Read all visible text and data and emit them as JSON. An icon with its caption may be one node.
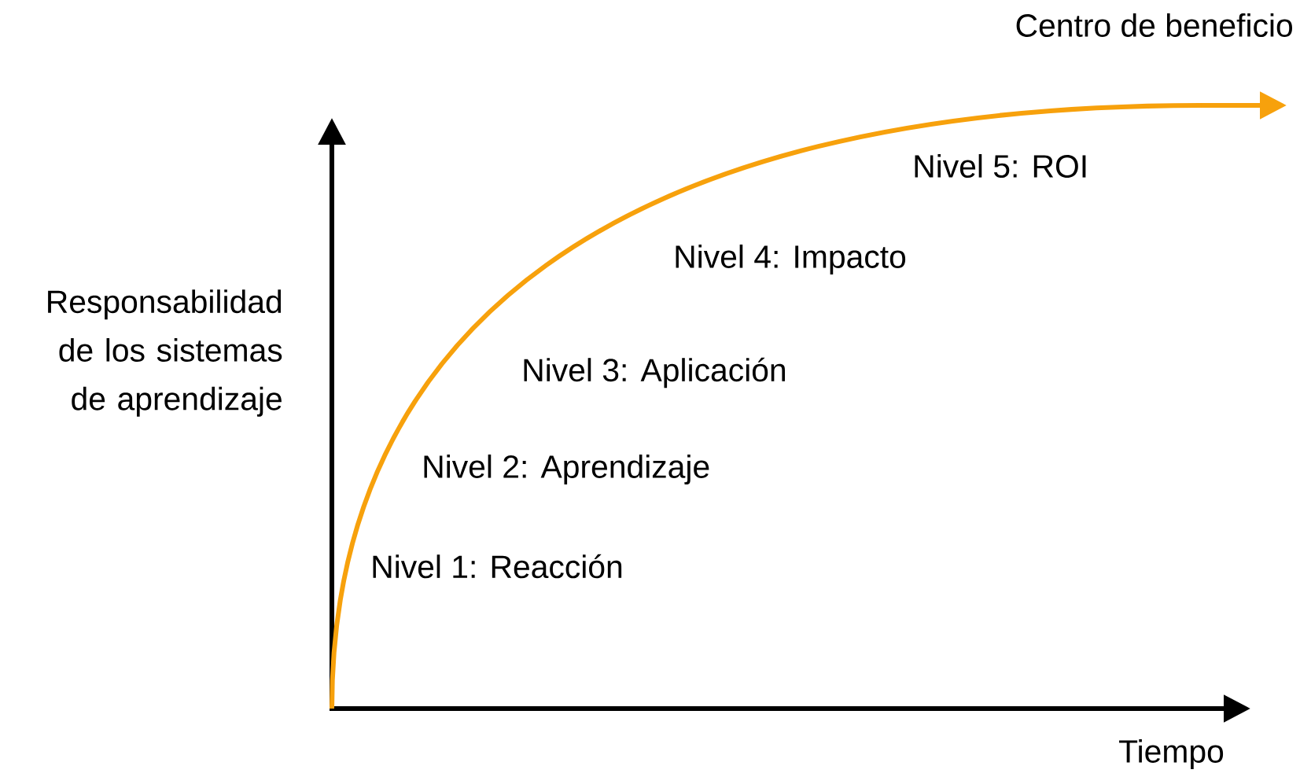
{
  "diagram": {
    "labels": [
      "Centro de beneficio",
      "Nivel 5: ROI",
      "Nivel 4: Impacto",
      "Nivel 3: Aplicación",
      "Nivel 2: Aprendizaje",
      "Nivel 1: Reacción",
      "Responsabilidad de los sistemas de aprendizaje",
      "Tiempo"
    ]
  }
}
